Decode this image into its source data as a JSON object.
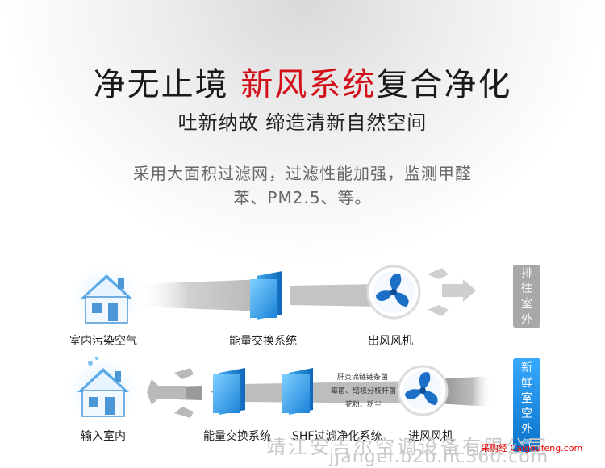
{
  "headline": {
    "part1": "净无止境 ",
    "highlight": "新风系统",
    "part2": "复合净化"
  },
  "subtitle": "吐新纳故 缔造清新自然空间",
  "description": {
    "line1": "采用大面积过滤网，过滤性能加强，监测甲醛",
    "line2": "苯、PM2.5、等。"
  },
  "top_row": {
    "labels": [
      "室内污染空气",
      "能量交换系统",
      "出风风机"
    ],
    "tag": [
      "排",
      "往",
      "室",
      "外"
    ]
  },
  "bottom_row": {
    "labels": [
      "输入室内",
      "能量交换系统",
      "SHF过滤净化系统",
      "进风风机"
    ],
    "filter_notes": [
      "肝炎流链链条菌",
      "霉菌、结核分枝杆菌",
      "花粉、粉尘"
    ],
    "tag": [
      "新",
      "鲜",
      "室",
      "空",
      "外",
      "气"
    ]
  },
  "watermark": {
    "line1": "靖江安吉尔空调设备有限公司",
    "line2": "jjangel.b2b.hc360.com"
  },
  "site_badge": "采购经 Caigoufeng.com",
  "colors": {
    "red": "#d3101a",
    "blue": "#1b7fd1",
    "gray_tag": "#a8a8a8"
  }
}
